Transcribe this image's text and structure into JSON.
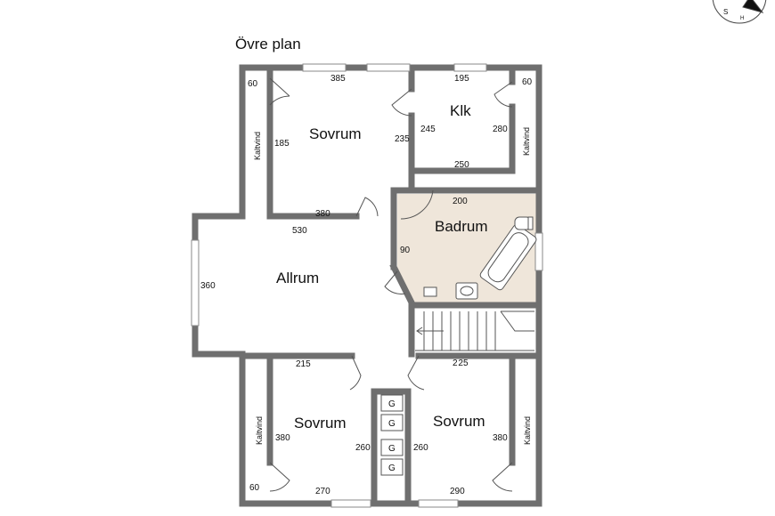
{
  "title": "Övre plan",
  "compass": {
    "south": "S",
    "letter": "H"
  },
  "rooms": {
    "sovrum_nw": "Sovrum",
    "klk": "Klk",
    "badrum": "Badrum",
    "allrum": "Allrum",
    "sovrum_sw": "Sovrum",
    "sovrum_se": "Sovrum"
  },
  "kaltvind": {
    "nw": "Kaltvind",
    "ne": "Kaltvind",
    "sw": "Kaltvind",
    "se": "Kaltvind"
  },
  "storage": [
    "G",
    "G",
    "G",
    "G"
  ],
  "dimensions": {
    "d60_nw": "60",
    "d385": "385",
    "d185": "185",
    "d235": "235",
    "d380_top": "380",
    "d195": "195",
    "d60_ne": "60",
    "d245": "245",
    "d280": "280",
    "d250": "250",
    "d200": "200",
    "d90": "90",
    "d530": "530",
    "d360": "360",
    "d215": "215",
    "d380_sw": "380",
    "d260_sw": "260",
    "d60_sw": "60",
    "d270": "270",
    "d225": "2 25",
    "d260_se": "260",
    "d380_se": "380",
    "d290": "290"
  }
}
